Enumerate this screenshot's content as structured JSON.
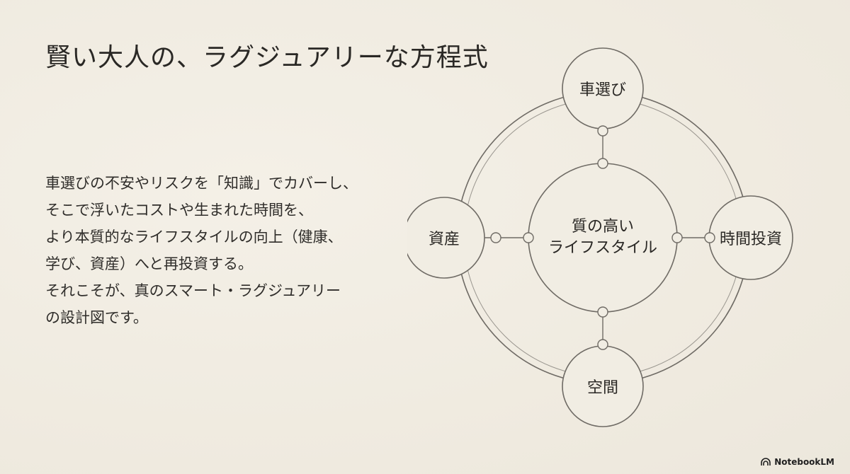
{
  "title": "賢い大人の、ラグジュアリーな方程式",
  "body_lines": [
    "車選びの不安やリスクを「知識」でカバーし、",
    "そこで浮いたコストや生まれた時間を、",
    "より本質的なライフスタイルの向上（健康、",
    "学び、資産）へと再投資する。",
    "それこそが、真のスマート・ラグジュアリー",
    "の設計図です。"
  ],
  "diagram": {
    "center": {
      "line1": "質の高い",
      "line2": "ライフスタイル"
    },
    "nodes": {
      "top": "車選び",
      "right": "時間投資",
      "bottom": "空間",
      "left": "資産"
    }
  },
  "badge": {
    "label": "NotebookLM",
    "icon": "notebooklm-logo-icon"
  },
  "colors": {
    "background": "#efeadf",
    "stroke": "#6f6b65",
    "text": "#2f2d2a"
  }
}
